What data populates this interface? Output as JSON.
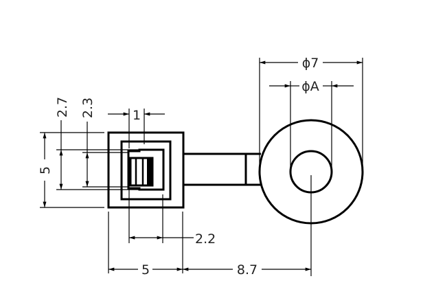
{
  "drawing": {
    "type": "technical-dimension-drawing",
    "units": "mm",
    "line_color": "#000000",
    "background": "#ffffff",
    "dimensions": {
      "outer_diameter": "ϕ7",
      "inner_diameter": "ϕA",
      "height_5": "5",
      "height_2_7": "2.7",
      "height_2_3": "2.3",
      "width_1": "1",
      "width_2_2": "2.2",
      "width_5": "5",
      "length_8_7": "8.7"
    }
  }
}
